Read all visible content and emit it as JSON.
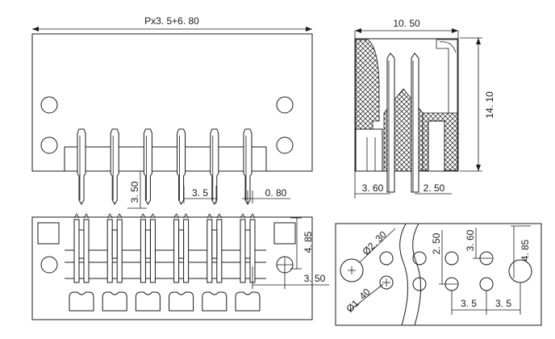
{
  "dimensions": {
    "overall_width": "Px3. 5+6. 80",
    "side_width": "10. 50",
    "side_height": "14. 10",
    "pin_below": "3. 50",
    "pitch_front": "3. 5",
    "pin_thickness": "0. 80",
    "side_offset_left": "3. 60",
    "side_offset_right": "2. 50",
    "bottom_height": "4. 85",
    "bottom_offset": "3. 50",
    "pcb_hole_large": "Ø2. 30",
    "pcb_hole_small": "Ø1. 40",
    "pcb_row_spacing": "2. 50",
    "pcb_offset": "3. 60",
    "pcb_height": "4. 85",
    "pcb_pitch_1": "3. 5",
    "pcb_pitch_2": "3. 5"
  },
  "pins_count": 6,
  "colors": {
    "line": "#1a1a1a",
    "background": "#ffffff"
  }
}
